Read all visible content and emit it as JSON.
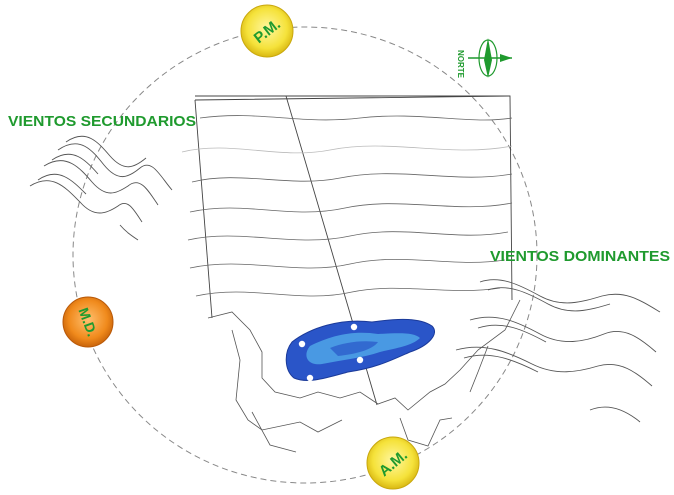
{
  "labels": {
    "secondary_winds": "VIENTOS SECUNDARIOS",
    "dominant_winds": "VIENTOS DOMINANTES",
    "north": "NORTE"
  },
  "sun_positions": {
    "pm": "P.M.",
    "md": "M.D.",
    "am": "A.M."
  },
  "colors": {
    "label_green": "#1f9a2e",
    "sun_yellow": "#f5e23a",
    "sun_orange": "#f08a1c",
    "water_blue": "#2a55c8",
    "water_light": "#4fa6e8",
    "line_gray": "#555555"
  }
}
